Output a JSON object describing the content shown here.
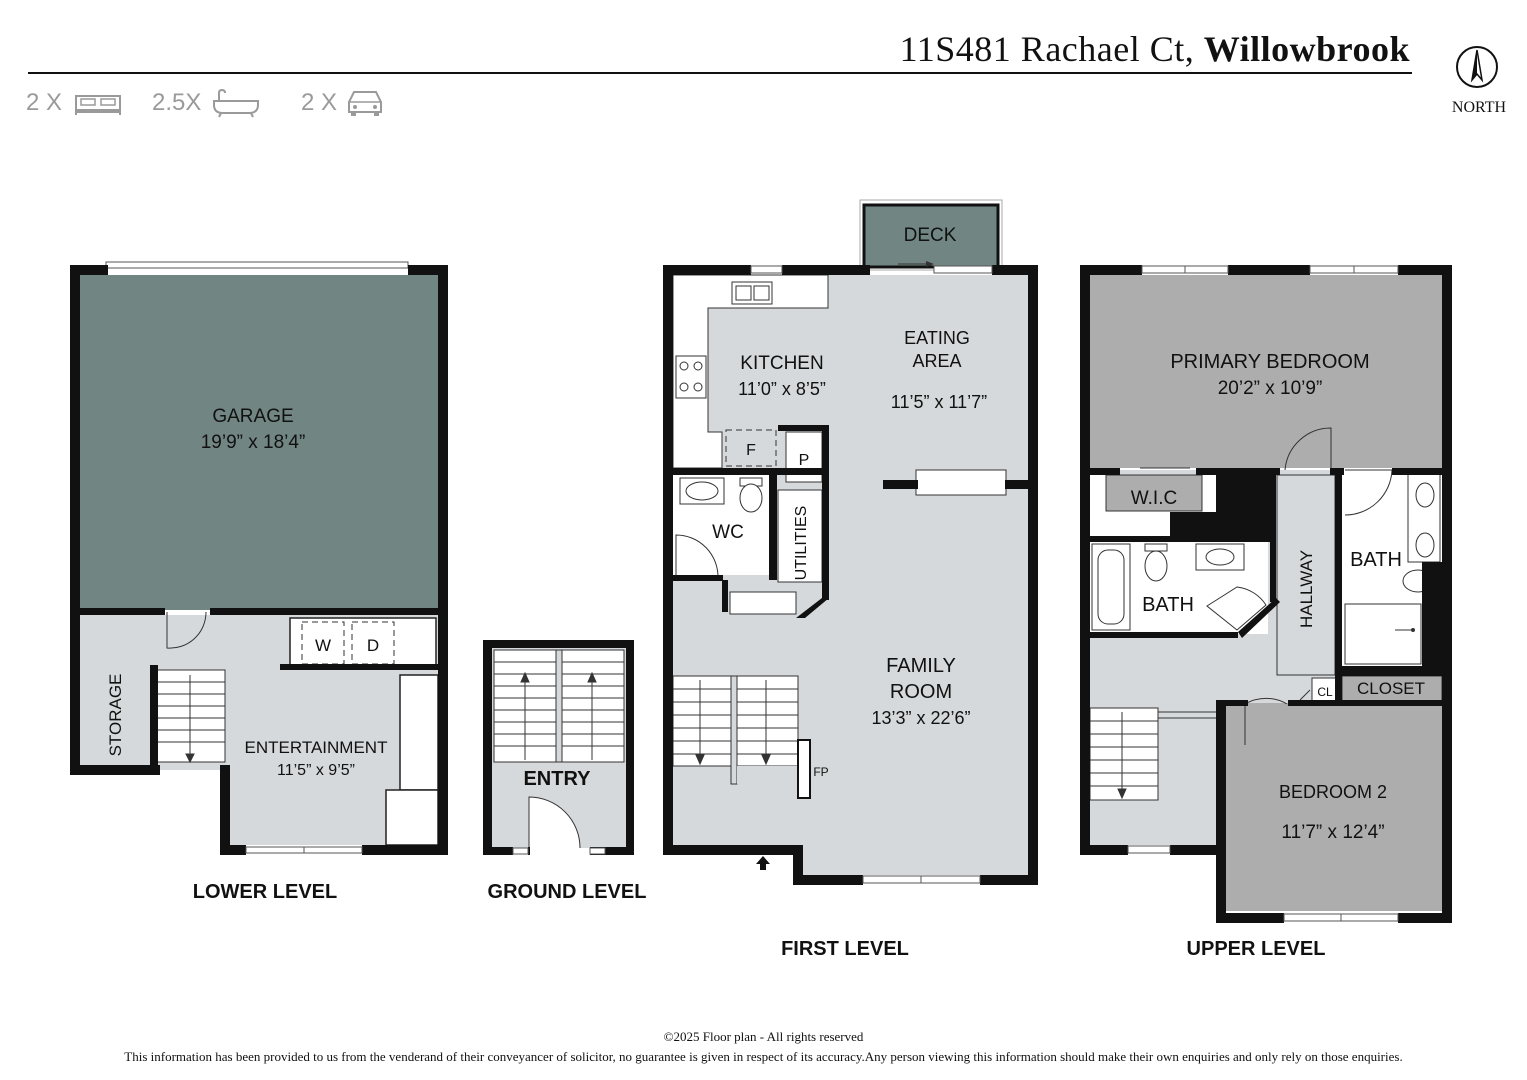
{
  "header": {
    "address": "11S481 Rachael Ct,",
    "city": "Willowbrook"
  },
  "compass": {
    "label": "NORTH"
  },
  "amenities": [
    {
      "count": "2 X",
      "icon": "bed-icon"
    },
    {
      "count": "2.5X",
      "icon": "bathtub-icon"
    },
    {
      "count": "2 X",
      "icon": "car-icon"
    }
  ],
  "levels": {
    "lower": {
      "title": "LOWER LEVEL",
      "garage_name": "GARAGE",
      "garage_dims": "19’9” x 18’4”",
      "storage": "STORAGE",
      "washer": "W",
      "dryer": "D",
      "entertainment_name": "ENTERTAINMENT",
      "entertainment_dims": "11’5” x 9’5”"
    },
    "ground": {
      "title": "GROUND LEVEL",
      "entry": "ENTRY"
    },
    "first": {
      "title": "FIRST LEVEL",
      "deck": "DECK",
      "kitchen_name": "KITCHEN",
      "kitchen_dims": "11’0” x 8’5”",
      "eating_line1": "EATING",
      "eating_line2": "AREA",
      "eating_dims": "11’5” x 11’7”",
      "fridge": "F",
      "pantry": "P",
      "wc": "WC",
      "utilities": "UTILITIES",
      "family_line1": "FAMILY",
      "family_line2": "ROOM",
      "family_dims": "13’3” x 22’6”",
      "fireplace": "FP"
    },
    "upper": {
      "title": "UPPER LEVEL",
      "primary_name": "PRIMARY BEDROOM",
      "primary_dims": "20’2” x 10’9”",
      "wic": "W.I.C",
      "bath_a": "BATH",
      "bath_b": "BATH",
      "hallway": "HALLWAY",
      "closet": "CLOSET",
      "cl": "CL",
      "bedroom2_name": "BEDROOM 2",
      "bedroom2_dims": "11’7” x 12’4”"
    }
  },
  "colors": {
    "garage": "#718583",
    "deck": "#718583",
    "floor": "#d6d9db",
    "primary": "#adadad",
    "bedroom2": "#adadad",
    "wic": "#adadad",
    "wall": "#111111"
  },
  "footer": {
    "copyright": "©2025  Floor plan  - All rights reserved",
    "disclaimer": "This information has been provided to us from the venderand of their conveyancer of solicitor, no guarantee is given in respect of its accuracy.Any person viewing this information should make their own enquiries and only rely on those enquiries."
  }
}
